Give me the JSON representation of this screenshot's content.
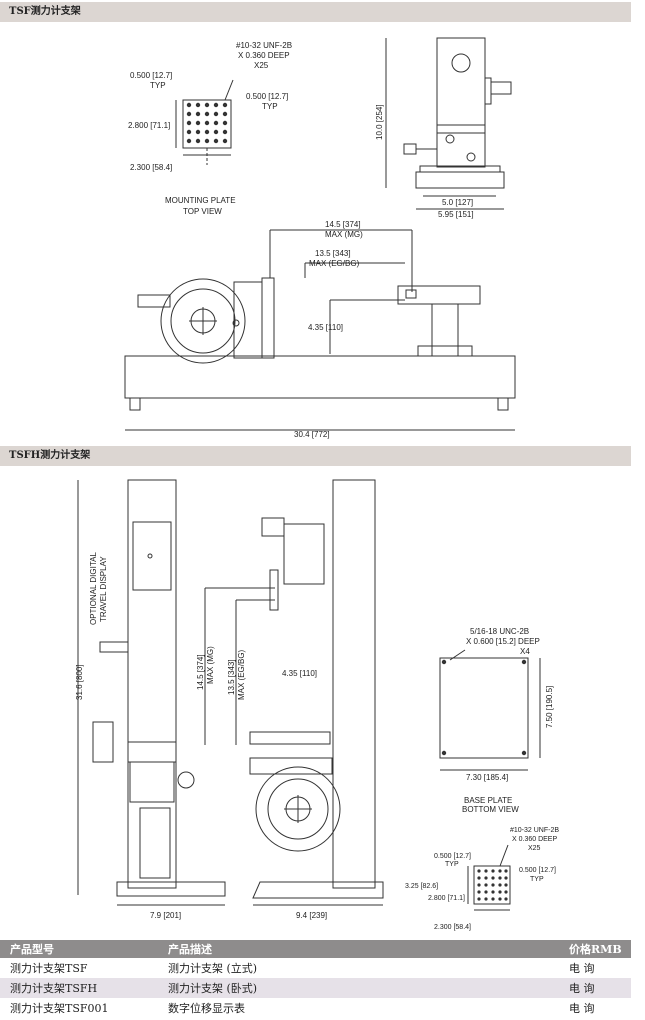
{
  "sections": [
    {
      "title": "TSF测力计支架"
    },
    {
      "title": "TSFH测力计支架"
    }
  ],
  "drawing1": {
    "plate_hole_spec": [
      "#10-32 UNF-2B",
      "X 0.360 DEEP",
      "X25"
    ],
    "plate_typ_left": [
      "0.500 [12.7]",
      "TYP"
    ],
    "plate_typ_right": [
      "0.500 [12.7]",
      "TYP"
    ],
    "plate_height": "2.800 [71.1]",
    "plate_width": "2.300 [58.4]",
    "plate_caption": [
      "MOUNTING PLATE",
      "TOP VIEW"
    ],
    "side_height": "10.0 [254]",
    "side_width_inner": "5.0 [127]",
    "side_width_outer": "5.95 [151]",
    "max_mg": [
      "14.5 [374]",
      "MAX (MG)"
    ],
    "max_eg": [
      "13.5 [343]",
      "MAX (EG/BG)"
    ],
    "base_height": "4.35 [110]",
    "total_length": "30.4 [772]"
  },
  "drawing2": {
    "optional_display": [
      "OPTIONAL DIGITAL",
      "TRAVEL DISPLAY"
    ],
    "total_height": "31.6 [800]",
    "max_mg": [
      "14.5 [374]",
      "MAX (MG)"
    ],
    "max_eg": [
      "13.5 [343]",
      "MAX (EG/BG)"
    ],
    "base_height": "4.35 [110]",
    "front_width": "7.9 [201]",
    "side_width": "9.4 [239]",
    "base_hole_spec": [
      "5/16-18 UNC-2B",
      "X 0.600 [15.2] DEEP",
      "X4"
    ],
    "base_plate_height": "7.50 [190.5]",
    "base_plate_width": "7.30 [185.4]",
    "base_caption": [
      "BASE PLATE",
      "BOTTOM VIEW"
    ],
    "plate_hole_spec": [
      "#10-32 UNF-2B",
      "X 0.360 DEEP",
      "X25"
    ],
    "plate_typ_left": [
      "0.500 [12.7]",
      "TYP"
    ],
    "plate_typ_right": [
      "0.500 [12.7]",
      "TYP"
    ],
    "plate_total": "3.25 [82.6]",
    "plate_height": "2.800 [71.1]",
    "plate_width": "2.300 [58.4]"
  },
  "table": {
    "headers": [
      "产品型号",
      "产品描述",
      "价格RMB"
    ],
    "rows": [
      [
        "测力计支架TSF",
        "测力计支架 (立式)",
        "电  询"
      ],
      [
        "测力计支架TSFH",
        "测力计支架 (卧式)",
        "电  询"
      ],
      [
        "测力计支架TSF001",
        "数字位移显示表",
        "电  询"
      ]
    ]
  }
}
